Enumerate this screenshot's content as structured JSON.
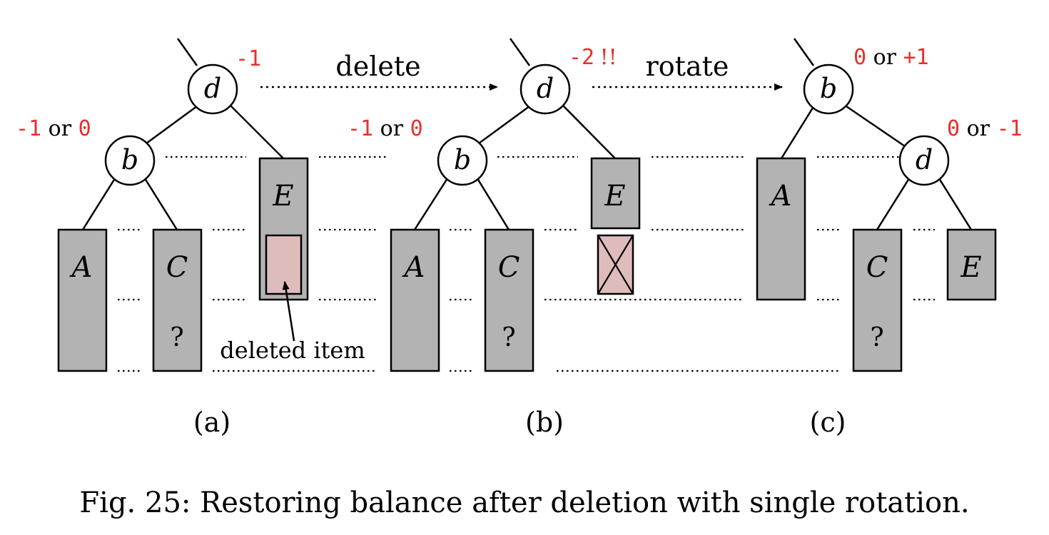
{
  "colors": {
    "balance_red": "#e8302a",
    "subtree_gray": "#b3b3b3",
    "deleted_pink": "#dfbcbc",
    "ink": "#000000"
  },
  "arrows": {
    "delete": "delete",
    "rotate": "rotate"
  },
  "panel_a": {
    "root": "d",
    "left_child": "b",
    "subtrees": {
      "A": "A",
      "C": "C",
      "C_unknown": "?",
      "E": "E"
    },
    "balance_root": {
      "value": "-1"
    },
    "balance_left": {
      "a": "-1",
      "or": "or",
      "b": "0"
    },
    "deleted_label": "deleted item",
    "label": "(a)"
  },
  "panel_b": {
    "root": "d",
    "left_child": "b",
    "subtrees": {
      "A": "A",
      "C": "C",
      "C_unknown": "?",
      "E": "E"
    },
    "balance_root": {
      "value": "-2",
      "mark": "!!"
    },
    "balance_left": {
      "a": "-1",
      "or": "or",
      "b": "0"
    },
    "label": "(b)"
  },
  "panel_c": {
    "root": "b",
    "right_child": "d",
    "subtrees": {
      "A": "A",
      "C": "C",
      "C_unknown": "?",
      "E": "E"
    },
    "balance_root": {
      "a": "0",
      "or": "or",
      "b": "+1"
    },
    "balance_right": {
      "a": "0",
      "or": "or",
      "b": "-1"
    },
    "label": "(c)"
  },
  "caption": "Fig. 25: Restoring balance after deletion with single rotation."
}
